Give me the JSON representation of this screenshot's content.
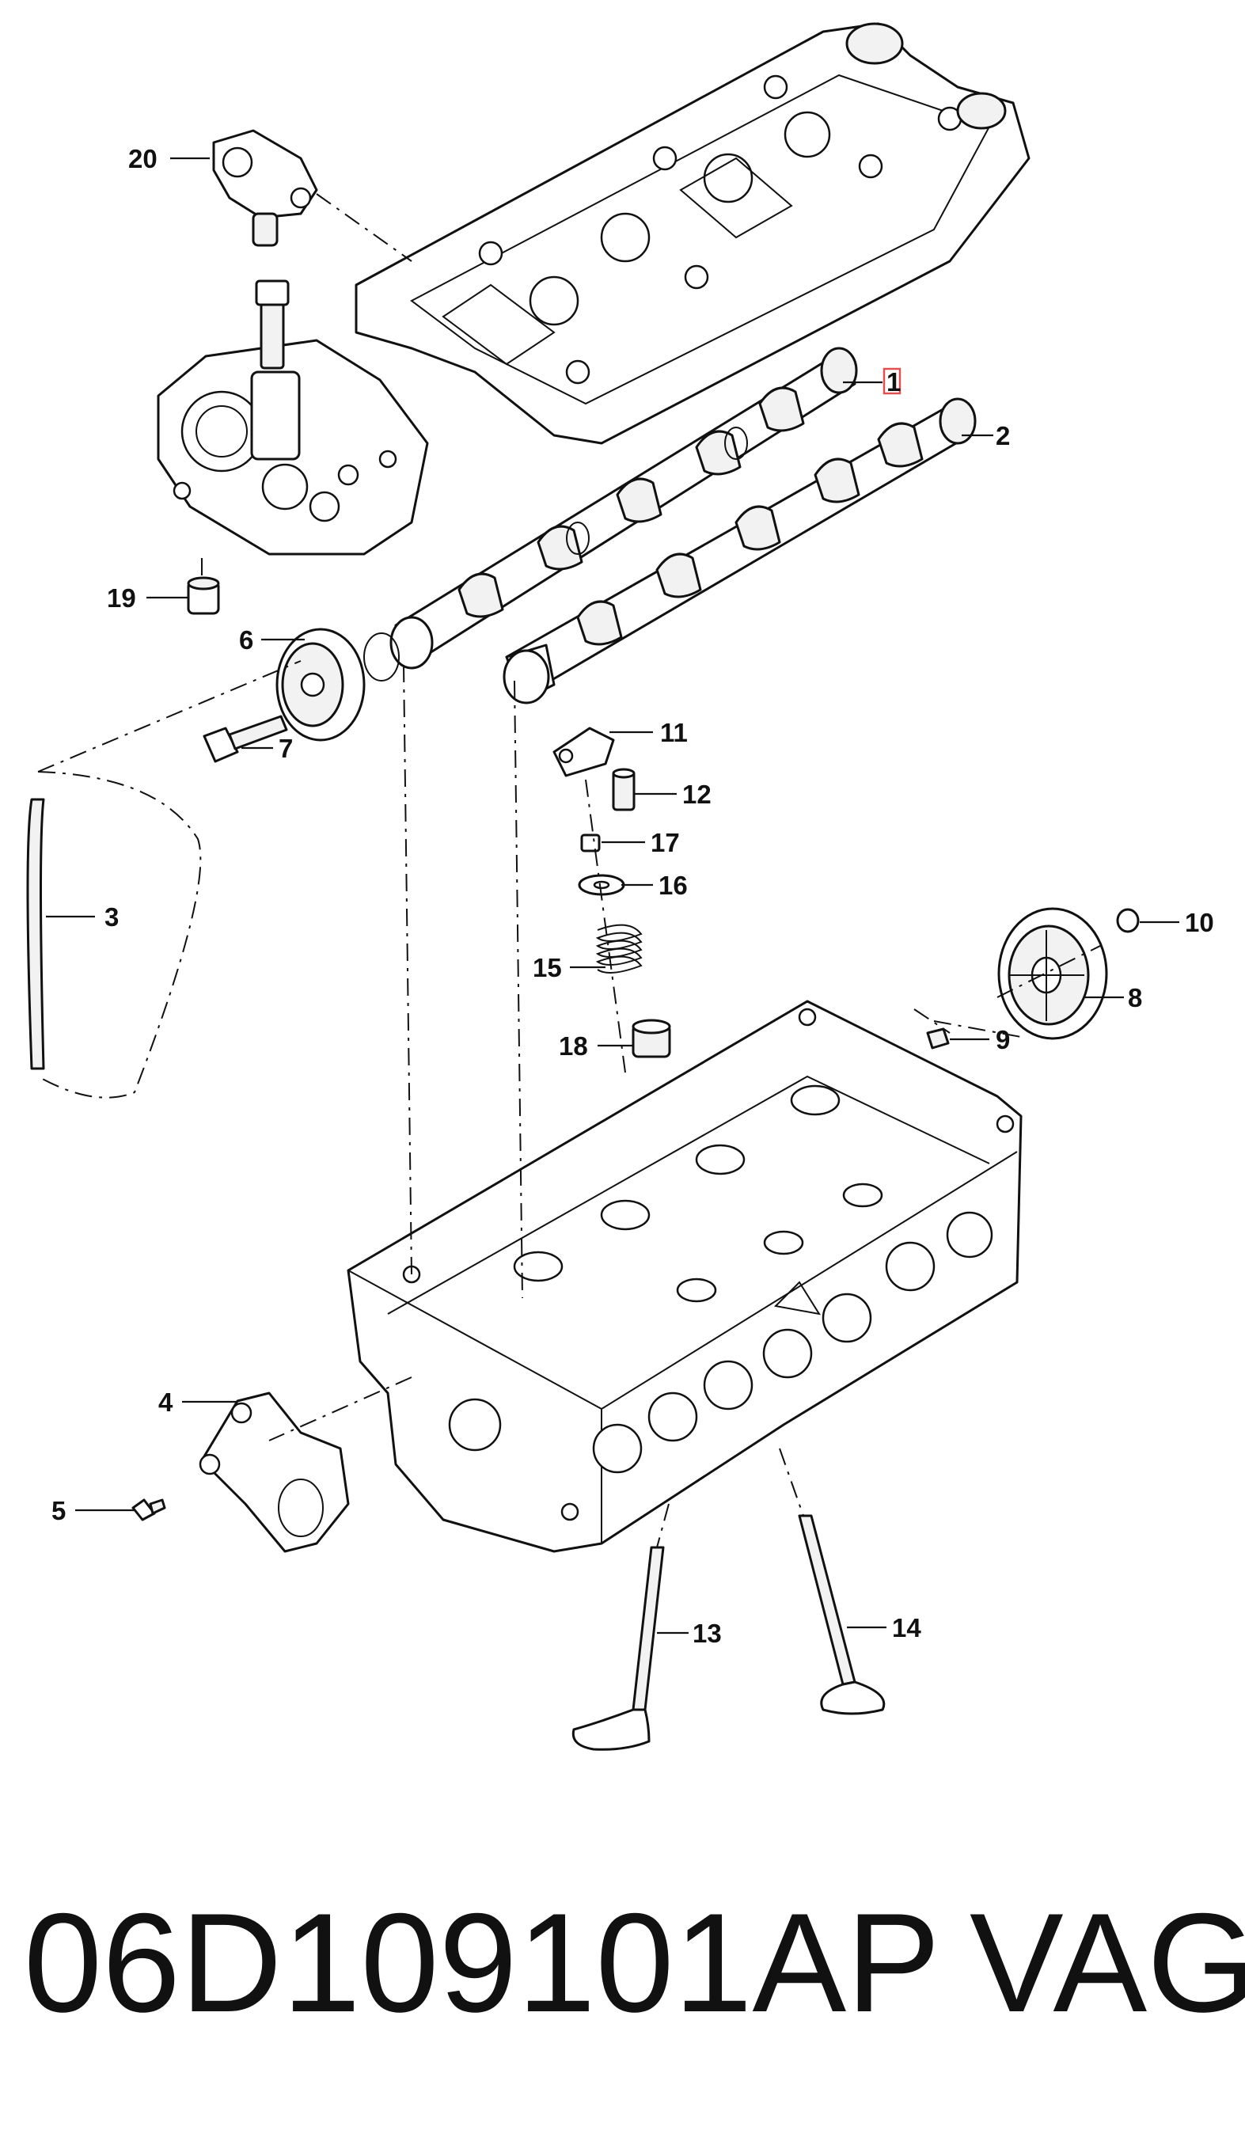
{
  "callouts": [
    {
      "id": "1",
      "text": "1",
      "highlighted": true
    },
    {
      "id": "2",
      "text": "2"
    },
    {
      "id": "3",
      "text": "3"
    },
    {
      "id": "4",
      "text": "4"
    },
    {
      "id": "5",
      "text": "5"
    },
    {
      "id": "6",
      "text": "6"
    },
    {
      "id": "7",
      "text": "7"
    },
    {
      "id": "8",
      "text": "8"
    },
    {
      "id": "9",
      "text": "9"
    },
    {
      "id": "10",
      "text": "10"
    },
    {
      "id": "11",
      "text": "11"
    },
    {
      "id": "12",
      "text": "12"
    },
    {
      "id": "13",
      "text": "13"
    },
    {
      "id": "14",
      "text": "14"
    },
    {
      "id": "15",
      "text": "15"
    },
    {
      "id": "16",
      "text": "16"
    },
    {
      "id": "17",
      "text": "17"
    },
    {
      "id": "18",
      "text": "18"
    },
    {
      "id": "19",
      "text": "19"
    },
    {
      "id": "20",
      "text": "20"
    }
  ],
  "footer": {
    "part_number": "06D109101AP",
    "brand": "VAG"
  },
  "colors": {
    "line": "#111111",
    "highlight": "#e05050",
    "background": "#ffffff"
  }
}
